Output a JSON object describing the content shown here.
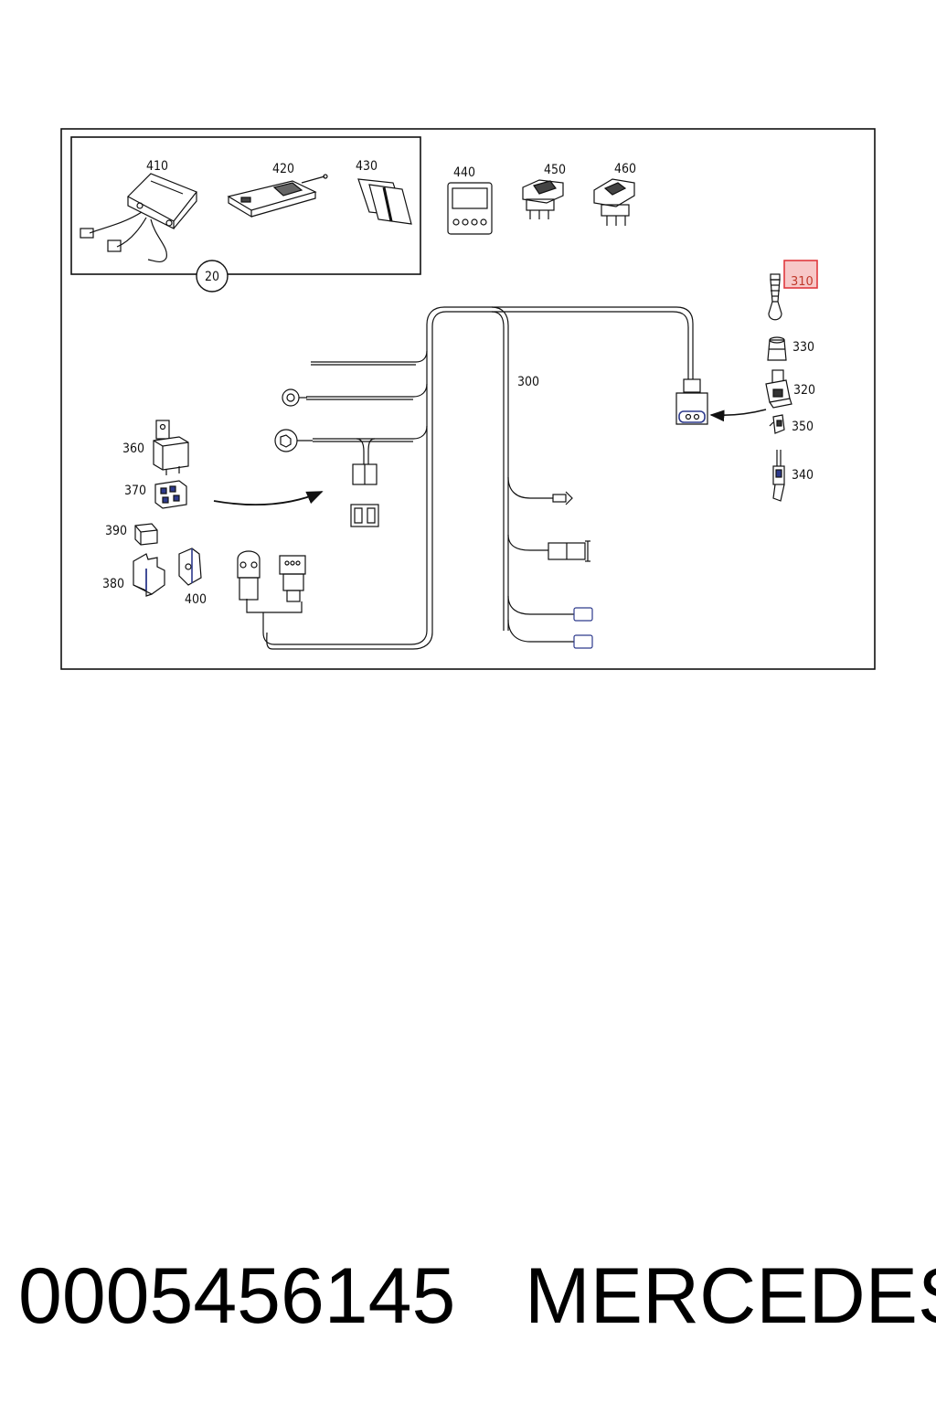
{
  "diagram": {
    "inset_callout": "20",
    "highlighted_part": "310",
    "callouts": {
      "c410": "410",
      "c420": "420",
      "c430": "430",
      "c440": "440",
      "c450": "450",
      "c460": "460",
      "c310": "310",
      "c330": "330",
      "c320": "320",
      "c350": "350",
      "c340": "340",
      "c300": "300",
      "c360": "360",
      "c370": "370",
      "c390": "390",
      "c380": "380",
      "c400": "400"
    },
    "colors": {
      "line": "#111111",
      "highlight_fill": "#f7c8c8",
      "highlight_stroke": "#e0393e",
      "accent_blue": "#2d3a8c"
    }
  },
  "caption": {
    "part_number": "0005456145",
    "brand": "MERCEDES"
  }
}
